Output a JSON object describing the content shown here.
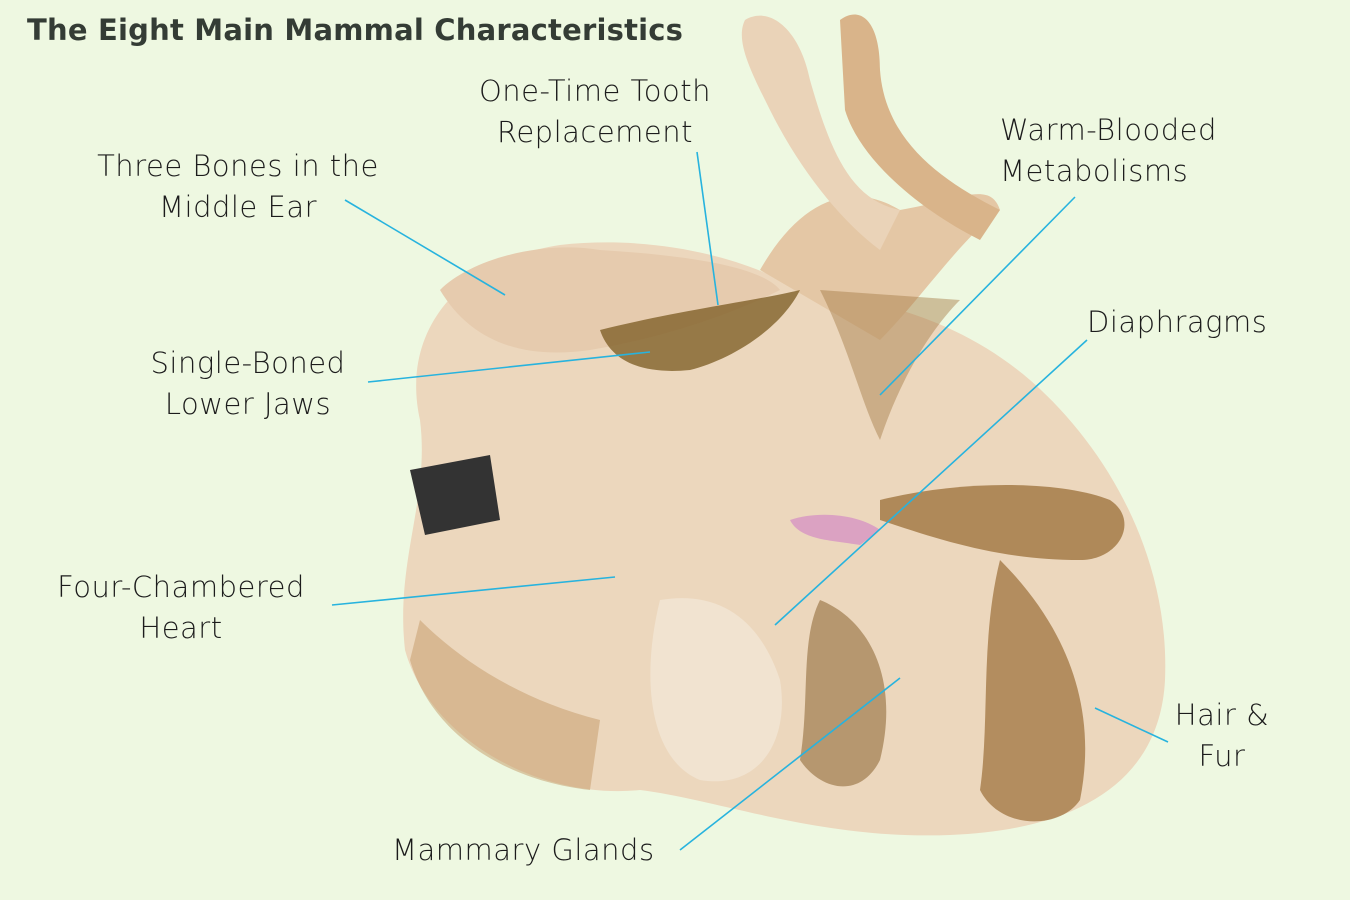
{
  "title": "The Eight Main Mammal Characteristics",
  "labels": {
    "tooth": [
      "One-Time Tooth",
      "Replacement"
    ],
    "ear": [
      "Three Bones in the",
      "Middle Ear"
    ],
    "warm": [
      "Warm-Blooded",
      "Metabolisms"
    ],
    "diaphragm": [
      "Diaphragms"
    ],
    "jaws": [
      "Single-Boned",
      "Lower Jaws"
    ],
    "heart": [
      "Four-Chambered",
      "Heart"
    ],
    "hair": [
      "Hair &",
      "Fur"
    ],
    "mammary": [
      "Mammary Glands"
    ]
  },
  "colors": {
    "background": "#eef8e1",
    "leader": "#27b3de",
    "fur_light": "#ecd9c3",
    "fur_dark": "#9a6a35"
  }
}
